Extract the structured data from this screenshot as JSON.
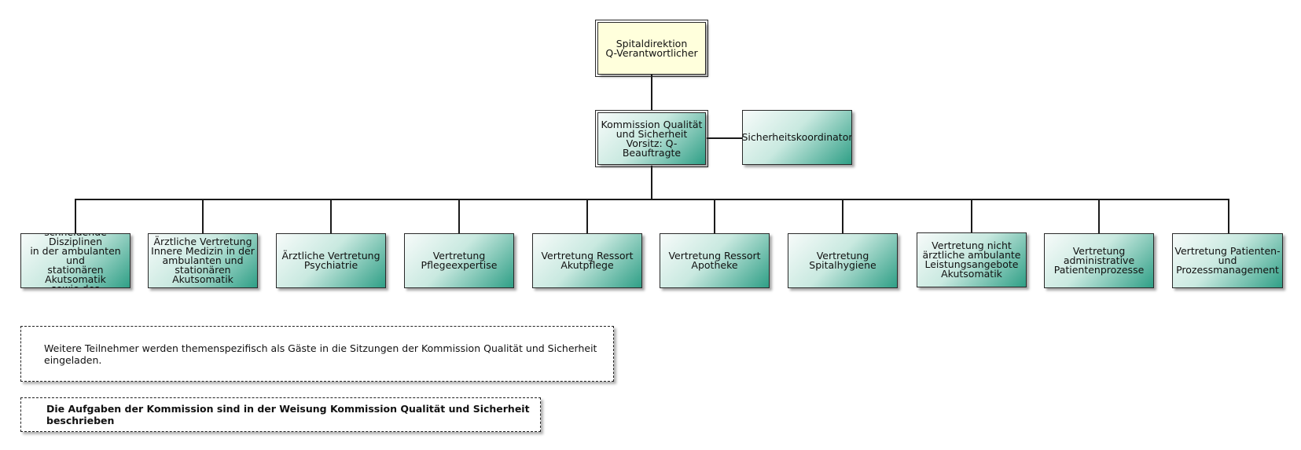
{
  "top": {
    "label": "Spitaldirektion\nQ-Verantwortlicher"
  },
  "commission": {
    "label": "Kommission Qualität\nund Sicherheit\nVorsitz: Q-Beauftragte"
  },
  "coordinator": {
    "label": "Sicherheitskoordinator"
  },
  "members": [
    {
      "label": "Ärztliche Vertretung\nschneidende Disziplinen\nin der ambulanten und\nstationären Akutsomatik\nsowie des\nOperationszentrums"
    },
    {
      "label": "Ärztliche Vertretung\nInnere Medizin in der\nambulanten und\nstationären Akutsomatik"
    },
    {
      "label": "Ärztliche Vertretung\nPsychiatrie"
    },
    {
      "label": "Vertretung\nPflegeexpertise"
    },
    {
      "label": "Vertretung Ressort\nAkutpflege"
    },
    {
      "label": "Vertretung Ressort\nApotheke"
    },
    {
      "label": "Vertretung Spitalhygiene"
    },
    {
      "label": "Vertretung nicht\närztliche ambulante\nLeistungsangebote\nAkutsomatik"
    },
    {
      "label": "Vertretung\nadministrative\nPatientenprozesse"
    },
    {
      "label": "Vertretung Patienten-\nund Prozessmanagement"
    }
  ],
  "notes": {
    "guests": "Weitere Teilnehmer werden themenspezifisch als Gäste in die Sitzungen der Kommission Qualität und Sicherheit eingeladen.",
    "tasks": "Die Aufgaben der Kommission sind in der Weisung Kommission Qualität und Sicherheit beschrieben"
  }
}
